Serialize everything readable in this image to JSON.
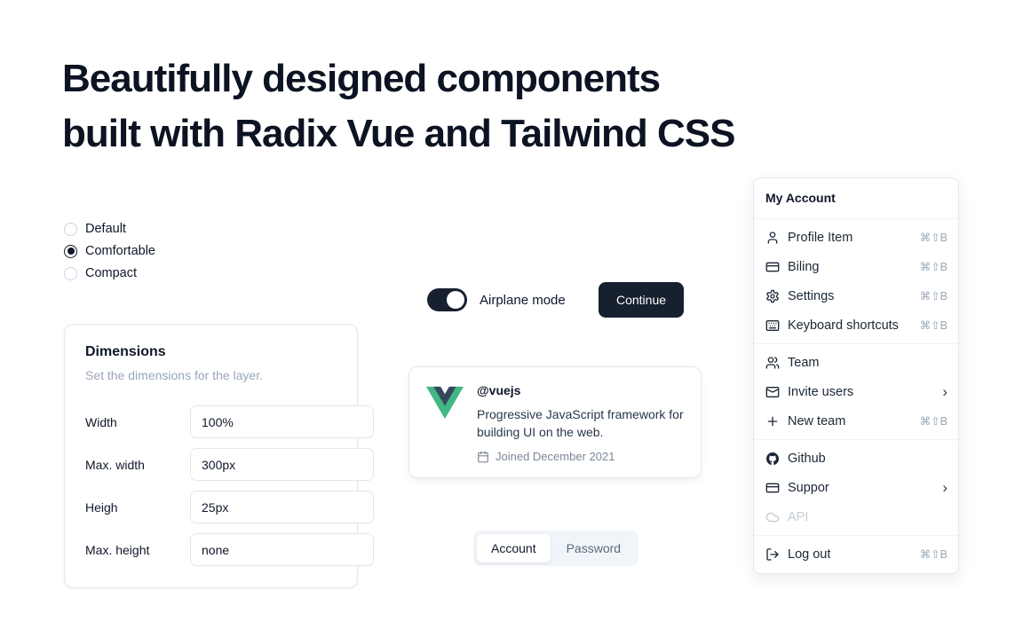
{
  "heading": {
    "line1": "Beautifully designed components",
    "line2": "built with Radix Vue and Tailwind CSS"
  },
  "radio_group": {
    "options": [
      {
        "label": "Default",
        "selected": false
      },
      {
        "label": "Comfortable",
        "selected": true
      },
      {
        "label": "Compact",
        "selected": false
      }
    ]
  },
  "airplane_switch": {
    "label": "Airplane mode",
    "state": "on"
  },
  "continue_button": {
    "label": "Continue"
  },
  "dimensions_card": {
    "title": "Dimensions",
    "subtitle": "Set the dimensions for the layer.",
    "fields": [
      {
        "label": "Width",
        "value": "100%"
      },
      {
        "label": "Max. width",
        "value": "300px"
      },
      {
        "label": "Heigh",
        "value": "25px"
      },
      {
        "label": "Max. height",
        "value": "none"
      }
    ]
  },
  "hover_card": {
    "handle": "@vuejs",
    "description": "Progressive JavaScript framework for building UI on the web.",
    "joined": "Joined December 2021"
  },
  "tabs": {
    "items": [
      {
        "label": "Account",
        "active": true
      },
      {
        "label": "Password",
        "active": false
      }
    ]
  },
  "menu": {
    "title": "My Account",
    "groups": [
      {
        "items": [
          {
            "label": "Profile Item",
            "shortcut": "⌘⇧B"
          },
          {
            "label": "Biling",
            "shortcut": "⌘⇧B"
          },
          {
            "label": "Settings",
            "shortcut": "⌘⇧B"
          },
          {
            "label": "Keyboard shortcuts",
            "shortcut": "⌘⇧B"
          }
        ]
      },
      {
        "items": [
          {
            "label": "Team"
          },
          {
            "label": "Invite users",
            "chevron": "›"
          },
          {
            "label": "New team",
            "shortcut": "⌘⇧B"
          }
        ]
      },
      {
        "items": [
          {
            "label": "Github"
          },
          {
            "label": "Suppor",
            "chevron": "›"
          },
          {
            "label": "API",
            "disabled": true
          }
        ]
      },
      {
        "items": [
          {
            "label": "Log out",
            "shortcut": "⌘⇧B"
          }
        ]
      }
    ]
  },
  "colors": {
    "accent_dark": "#16202f",
    "border": "#e2e8f0",
    "muted_text": "#9aa7b8",
    "vue_green": "#41b883",
    "vue_navy": "#35495e"
  }
}
